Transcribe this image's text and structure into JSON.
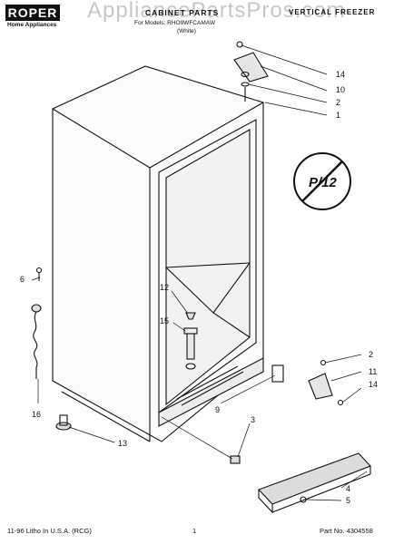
{
  "header": {
    "brand": "ROPER",
    "brand_sub": "Home Appliances",
    "title": "CABINET PARTS",
    "parts_for_models": "For Models: RHO9WFCAMAW",
    "model_variant": "(White)",
    "category": "VERTICAL FREEZER"
  },
  "watermark": "AppliancePartsPros.com",
  "badge": {
    "text": "P/12"
  },
  "callouts": [
    "14",
    "10",
    "2",
    "1",
    "6",
    "12",
    "15",
    "16",
    "2",
    "11",
    "14",
    "9",
    "3",
    "13",
    "4",
    "5"
  ],
  "footer": {
    "left": "11-96 Litho In U.S.A. (RCG)",
    "page": "1",
    "part_no": "Part No. 4304558"
  }
}
